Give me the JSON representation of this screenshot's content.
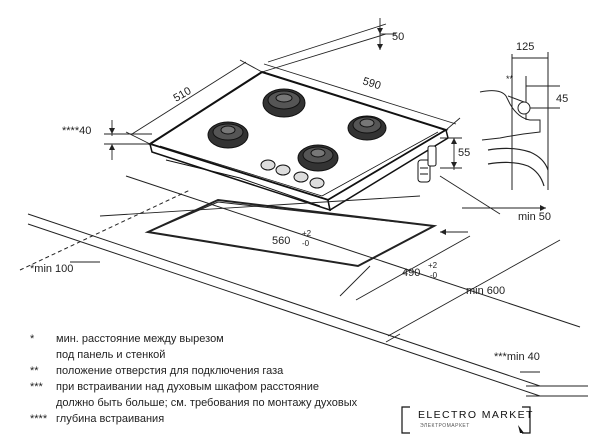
{
  "dimensions": {
    "d50": "50",
    "d510": "510",
    "d590": "590",
    "d125": "125",
    "dstar2": "**",
    "d45": "45",
    "d4040": "****40",
    "d55": "55",
    "dmin50": "min 50",
    "d560": "560",
    "d560_tol_plus": "+2",
    "d560_tol_minus": "-0",
    "dmin100": "*min 100",
    "d490": "490",
    "d490_tol_plus": "+2",
    "d490_tol_minus": "-0",
    "dmin600": "min 600",
    "dmin40": "***min 40"
  },
  "notes": [
    {
      "mark": "*",
      "line1": "мин. расстояние между вырезом",
      "line2": "под панель и стенкой"
    },
    {
      "mark": "**",
      "line1": "положение отверстия для подключения газа",
      "line2": ""
    },
    {
      "mark": "***",
      "line1": "при встраивании над духовым шкафом расстояние",
      "line2": "должно быть больше; см. требования по монтажу духовых"
    },
    {
      "mark": "****",
      "line1": "глубина встраивания",
      "line2": ""
    }
  ],
  "logo": {
    "brand": "ELECTRO MARKET",
    "tagline": "ЭЛЕКТРОМАРКЕТ"
  }
}
